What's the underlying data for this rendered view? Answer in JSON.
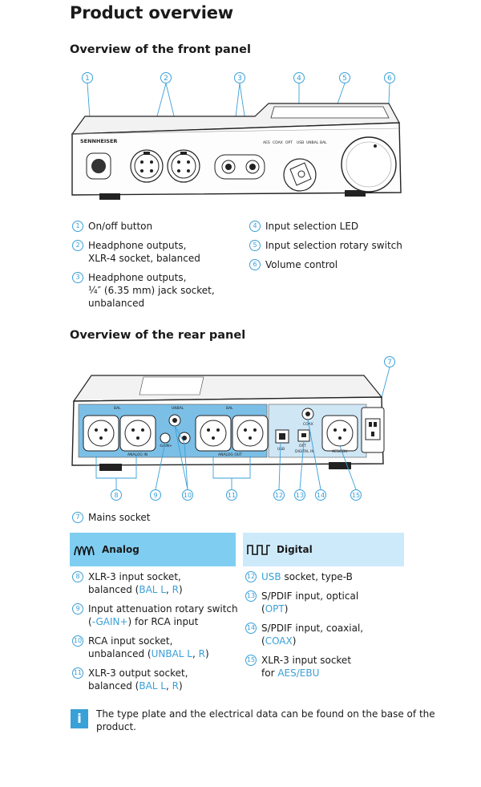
{
  "title": "Product overview",
  "front_heading": "Overview of the front panel",
  "rear_heading": "Overview of the rear panel",
  "front_items": [
    {
      "n": "1",
      "lines": [
        "On/off button"
      ]
    },
    {
      "n": "2",
      "lines": [
        "Headphone outputs,",
        "XLR-4 socket, balanced"
      ]
    },
    {
      "n": "3",
      "lines": [
        "Headphone outputs,",
        "¼″ (6.35 mm) jack socket,",
        "unbalanced"
      ]
    },
    {
      "n": "4",
      "lines": [
        "Input selection LED"
      ]
    },
    {
      "n": "5",
      "lines": [
        "Input selection rotary switch"
      ]
    },
    {
      "n": "6",
      "lines": [
        "Volume control"
      ]
    }
  ],
  "mains_item": {
    "n": "7",
    "text": "Mains socket"
  },
  "analog_label": "Analog",
  "digital_label": "Digital",
  "analog_items": [
    {
      "n": "8",
      "l1": "XLR-3 input socket,",
      "l2a": "balanced (",
      "l2b": "BAL L",
      "l2c": ", ",
      "l2d": "R",
      "l2e": ")"
    },
    {
      "n": "9",
      "l1": "Input attenuation rotary switch",
      "l2a": "(",
      "l2b": "-GAIN+",
      "l2c": ") for RCA input",
      "l2d": "",
      "l2e": ""
    },
    {
      "n": "10",
      "l1": "RCA input socket,",
      "l2a": "unbalanced (",
      "l2b": "UNBAL L",
      "l2c": ", ",
      "l2d": "R",
      "l2e": ")"
    },
    {
      "n": "11",
      "l1": "XLR-3 output socket,",
      "l2a": "balanced (",
      "l2b": "BAL L",
      "l2c": ", ",
      "l2d": "R",
      "l2e": ")"
    }
  ],
  "digital_items": [
    {
      "n": "12",
      "l1a": "",
      "l1b": "USB",
      "l1c": " socket, type-B",
      "l2a": "",
      "l2b": "",
      "l2c": ""
    },
    {
      "n": "13",
      "l1a": "S/PDIF input, optical",
      "l1b": "",
      "l1c": "",
      "l2a": "(",
      "l2b": "OPT",
      "l2c": ")"
    },
    {
      "n": "14",
      "l1a": "S/PDIF input, coaxial,",
      "l1b": "",
      "l1c": "",
      "l2a": "(",
      "l2b": "COAX",
      "l2c": ")"
    },
    {
      "n": "15",
      "l1a": "XLR-3 input socket",
      "l1b": "",
      "l1c": "",
      "l2a": "for ",
      "l2b": "AES/EBU",
      "l2c": ""
    }
  ],
  "note": [
    "The type plate and the electrical data can be found on the base of the",
    "product."
  ],
  "front_callouts": [
    "1",
    "2",
    "3",
    "4",
    "5",
    "6"
  ],
  "rear_callouts_top": [
    "7"
  ],
  "rear_callouts_bottom": [
    "8",
    "9",
    "10",
    "11",
    "12",
    "13",
    "14",
    "15"
  ],
  "brand": "SENNHEISER",
  "led_labels": [
    "AES",
    "COAX",
    "OPT",
    "USB",
    "UNBAL",
    "BAL"
  ],
  "rear_labels": {
    "bal": "BAL",
    "unbal": "UNBAL",
    "analog_in": "ANALOG IN",
    "gain": "-GAIN+",
    "analog_out": "ANALOG OUT",
    "usb": "USB",
    "opt": "OPT",
    "digital_in": "DIGITAL IN",
    "coax": "COAX",
    "aes": "AES/EBU"
  },
  "colors": {
    "accent": "#3aa0d8",
    "analog_band": "#7fcef2",
    "digital_band": "#cdeafb",
    "rear_analog": "#7cbfe6",
    "rear_digital": "#cfe6f5"
  }
}
